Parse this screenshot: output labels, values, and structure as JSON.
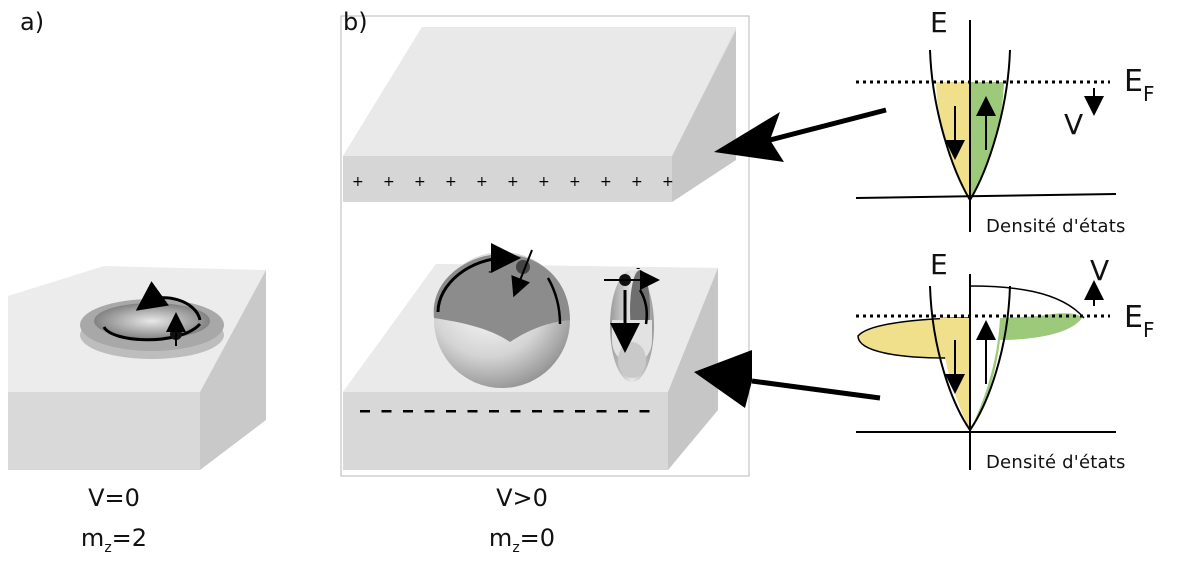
{
  "panels": {
    "a": {
      "label": "a)",
      "voltage": "V=0",
      "mz_prefix": "m",
      "mz_sub": "z",
      "mz_value": "=2"
    },
    "b": {
      "label": "b)",
      "voltage": "V>0",
      "mz_prefix": "m",
      "mz_sub": "z",
      "mz_value": "=0",
      "top_plate_charge": "+",
      "bottom_plate_charge": "-"
    }
  },
  "dos_top": {
    "energy_label": "E",
    "fermi_label": "E",
    "fermi_sub": "F",
    "voltage_label": "V",
    "axis_label": "Densité d'états"
  },
  "dos_bottom": {
    "energy_label": "E",
    "fermi_label": "E",
    "fermi_sub": "F",
    "voltage_label": "V",
    "axis_label": "Densité d'états"
  },
  "colors": {
    "spin_down_fill": "#f0e08c",
    "spin_up_fill": "#9cc97a",
    "block_face": "#e6e6e6",
    "block_side": "#d2d2d2",
    "frame": "#b5b5b5"
  }
}
